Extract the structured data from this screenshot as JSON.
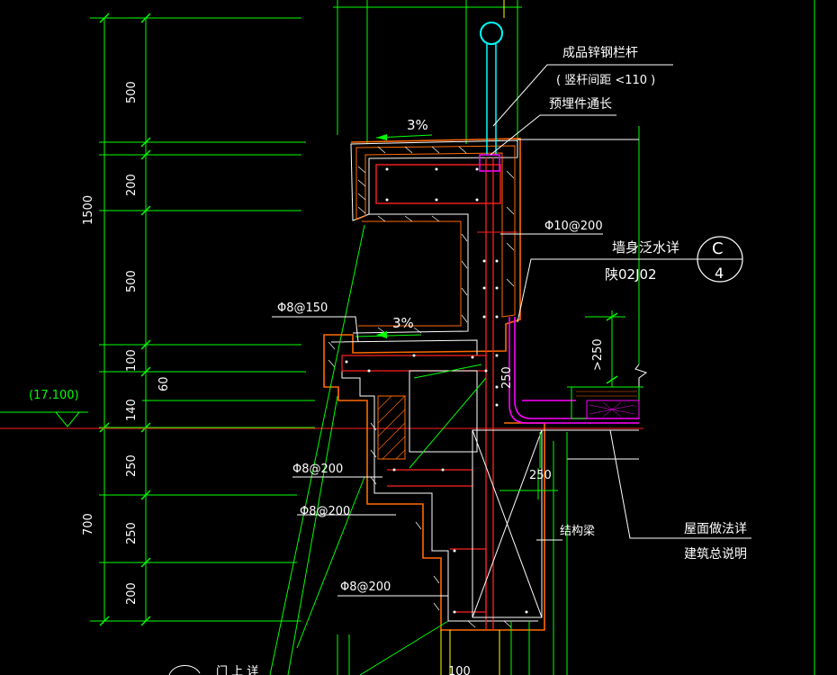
{
  "colors": {
    "dimension": "#00ff00",
    "leader": "#ffffff",
    "concrete": "#ff6a00",
    "rebar": "#ff2020",
    "membrane": "#ff00ff",
    "cyan": "#00ffff",
    "yellow": "#ffff00",
    "background": "#000000"
  },
  "dimensions_left": {
    "total_top": "1500",
    "total_bottom": "700",
    "seg_500a": "500",
    "seg_200a": "200",
    "seg_500b": "500",
    "seg_100": "100",
    "seg_140": "140",
    "seg_250a": "250",
    "seg_250b": "250",
    "seg_200b": "200",
    "seg_60": "60"
  },
  "elevation": "(17.100)",
  "labels": {
    "railing": "成品锌钢栏杆",
    "railing_note": "( 竖杆间距 <110 )",
    "embedded": "预埋件通长",
    "waterproof_a": "墙身泛水详",
    "waterproof_b": "陕02J02",
    "roof_a": "屋面做法详",
    "roof_b": "建筑总说明",
    "struct_beam": "结构梁",
    "bottom_text": "门 上 详"
  },
  "rebar_notes": {
    "r1": "Φ10@200",
    "r2": "Φ8@150",
    "r3": "Φ8@200",
    "r4": "Φ8@200",
    "r5": "Φ8@200"
  },
  "slopes": {
    "s1": "3%",
    "s2": "3%"
  },
  "dims_other": {
    "d250_vertical": "250",
    "d250_horizontal": "250",
    "d_gt250": ">250",
    "d100_bottom": "100"
  },
  "detail_mark": {
    "top": "C",
    "bottom": "4"
  }
}
